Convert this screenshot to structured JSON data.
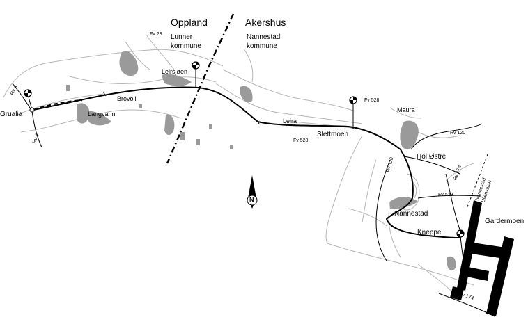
{
  "regions": {
    "west": {
      "county": "Oppland",
      "municipality": "Lunner\nkommune"
    },
    "east": {
      "county": "Akershus",
      "municipality": "Nannestad\nkommune"
    }
  },
  "places": {
    "grualia": "Grualia",
    "langvann": "Langvann",
    "brovoll": "Brovoll",
    "leirsjoen": "Leirsjøen",
    "leira": "Leira",
    "slettmoen": "Slettmoen",
    "maura": "Maura",
    "hol_ostre": "Hol Østre",
    "nannestad": "Nannestad",
    "kneppe": "Kneppe",
    "gardermoen": "Gardermoen"
  },
  "roads": {
    "rv4_north": "Rv 4",
    "rv4_south": "Rv 4",
    "fv23": "Fv 23",
    "fv528_west": "Fv 528",
    "fv528_east": "Fv 528",
    "rv120_east": "Rv 120",
    "rv120_south": "Rv 120",
    "rv174_north": "Rv 174",
    "rv174_south": "Rv 174",
    "fv529": "Fv 529"
  },
  "border_label": "Nannestad\nUllensaker",
  "compass_letter": "N",
  "colors": {
    "lake": "#9a9a9a",
    "stream": "#b5b5b5",
    "road": "#000000",
    "airport": "#000000"
  }
}
